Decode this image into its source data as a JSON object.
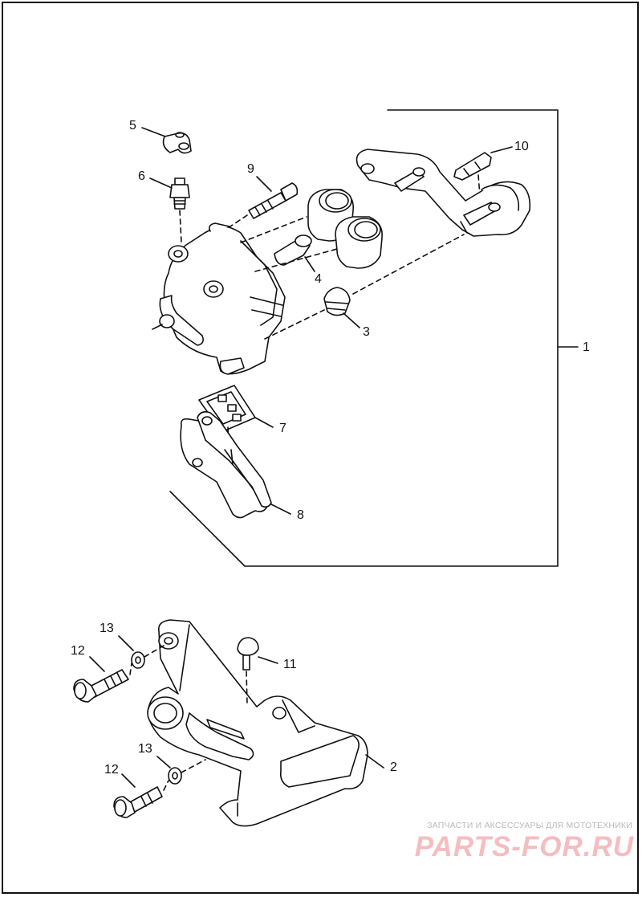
{
  "diagram": {
    "callouts": {
      "c1": "1",
      "c2": "2",
      "c3": "3",
      "c4": "4",
      "c5": "5",
      "c6": "6",
      "c7": "7",
      "c8": "8",
      "c9": "9",
      "c10": "10",
      "c11": "11",
      "c12a": "12",
      "c12b": "12",
      "c13a": "13",
      "c13b": "13"
    },
    "line_color": "#111111",
    "fill_color": "#ffffff"
  },
  "watermark": {
    "tagline": "ЗАПЧАСТИ И АКСЕССУАРЫ ДЛЯ МОТОТЕХНИКИ",
    "logo": "PARTS-FOR.RU",
    "color": "#e0323c"
  }
}
